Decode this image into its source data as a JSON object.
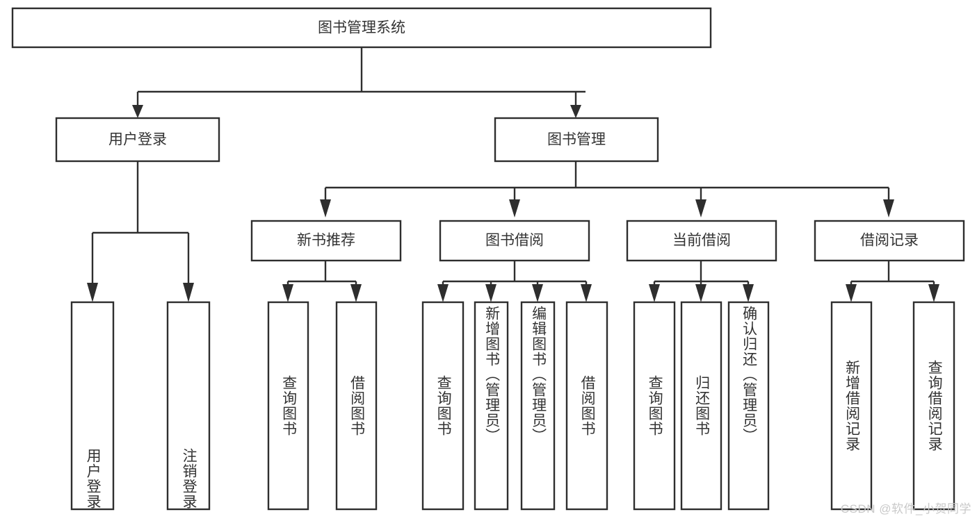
{
  "diagram": {
    "title": "图书管理系统",
    "type": "tree-hierarchy-diagram",
    "colors": {
      "background": "#ffffff",
      "box_border": "#2e2e2e",
      "box_fill": "#ffffff",
      "text": "#333333",
      "connector": "#2e2e2e",
      "watermark": "#c9c9c9"
    },
    "root": {
      "label": "图书管理系统"
    },
    "level2": [
      {
        "label": "用户登录"
      },
      {
        "label": "图书管理"
      }
    ],
    "level3": [
      {
        "label": "新书推荐"
      },
      {
        "label": "图书借阅"
      },
      {
        "label": "当前借阅"
      },
      {
        "label": "借阅记录"
      }
    ],
    "leaves": {
      "user_login": [
        {
          "label": "用户登录"
        },
        {
          "label": "注销登录"
        }
      ],
      "new_book_recommend": [
        {
          "label": "查询图书"
        },
        {
          "label": "借阅图书"
        }
      ],
      "book_borrow": [
        {
          "label": "查询图书"
        },
        {
          "label": "新增图书（管理员）"
        },
        {
          "label": "编辑图书（管理员）"
        },
        {
          "label": "借阅图书"
        }
      ],
      "current_borrow": [
        {
          "label": "查询图书"
        },
        {
          "label": "归还图书"
        },
        {
          "label": "确认归还（管理员）"
        }
      ],
      "borrow_record": [
        {
          "label": "新增借阅记录"
        },
        {
          "label": "查询借阅记录"
        }
      ]
    },
    "watermark": "CSDN @软件_小贺同学"
  }
}
